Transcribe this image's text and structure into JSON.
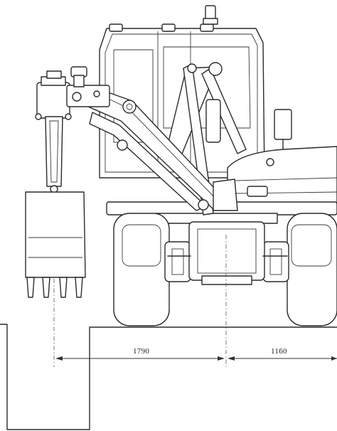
{
  "dimensions": [
    {
      "id": "dim-1",
      "value": "1790"
    },
    {
      "id": "dim-2",
      "value": "1160"
    }
  ]
}
